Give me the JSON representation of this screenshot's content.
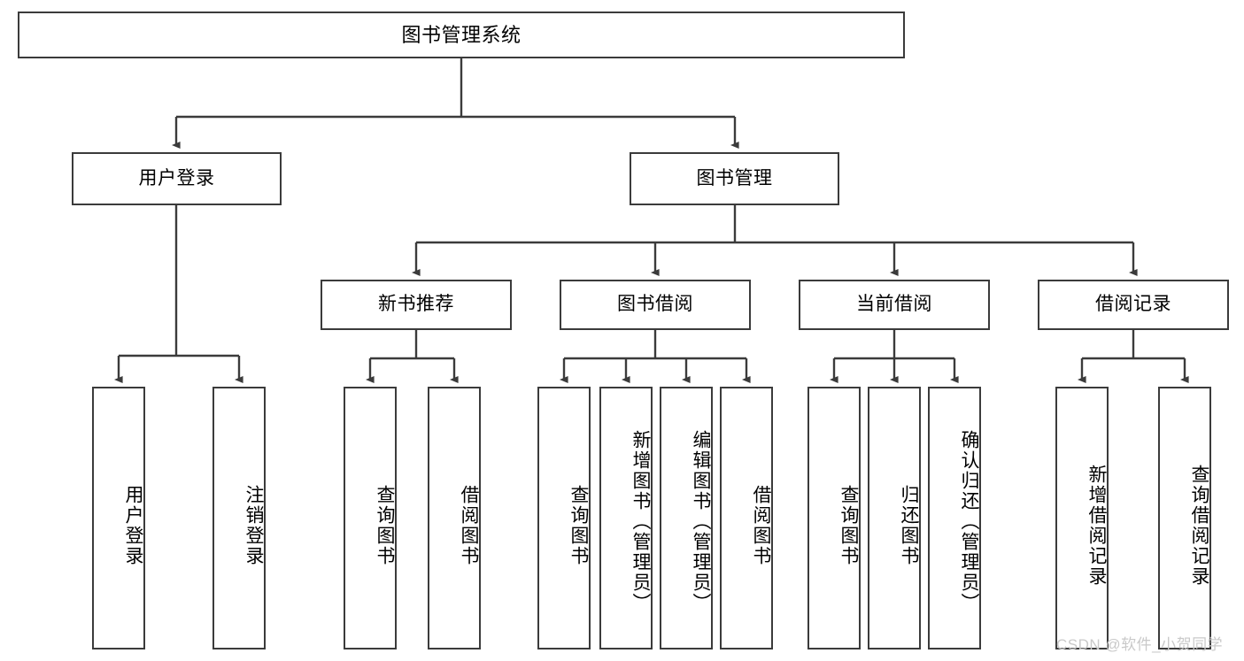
{
  "diagram": {
    "title": "图书管理系统",
    "type": "hierarchy-tree",
    "root": {
      "label": "图书管理系统"
    },
    "level2": [
      {
        "label": "用户登录"
      },
      {
        "label": "图书管理"
      }
    ],
    "level3": [
      {
        "label": "新书推荐"
      },
      {
        "label": "图书借阅"
      },
      {
        "label": "当前借阅"
      },
      {
        "label": "借阅记录"
      }
    ],
    "leaves": {
      "user_login": [
        {
          "label": "用户登录"
        },
        {
          "label": "注销登录"
        }
      ],
      "new_book_recommend": [
        {
          "label": "查询图书"
        },
        {
          "label": "借阅图书"
        }
      ],
      "book_borrow": [
        {
          "label": "查询图书"
        },
        {
          "label": "新增图书（管理员）"
        },
        {
          "label": "编辑图书（管理员）"
        },
        {
          "label": "借阅图书"
        }
      ],
      "current_borrow": [
        {
          "label": "查询图书"
        },
        {
          "label": "归还图书"
        },
        {
          "label": "确认归还（管理员）"
        }
      ],
      "borrow_record": [
        {
          "label": "新增借阅记录"
        },
        {
          "label": "查询借阅记录"
        }
      ]
    }
  },
  "watermark": {
    "text": "CSDN @软件_小贺同学"
  },
  "colors": {
    "box_border": "#3b3b3b",
    "box_fill": "#ffffff",
    "line": "#3b3b3b",
    "text": "#000000",
    "watermark": "#c9c9c9",
    "background": "#ffffff"
  }
}
